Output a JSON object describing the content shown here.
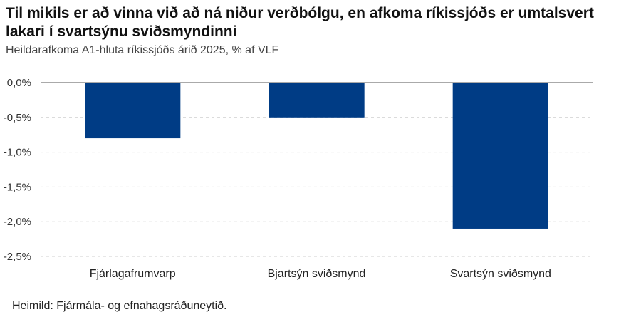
{
  "chart_data": {
    "type": "bar",
    "title": "Til mikils er að vinna við að ná niður verðbólgu, en afkoma ríkissjóðs er umtalsvert lakari í svartsýnu sviðsmyndinni",
    "subtitle": "Heildarafkoma A1-hluta ríkissjóðs árið 2025, % af VLF",
    "categories": [
      "Fjárlagafrumvarp",
      "Bjartsýn sviðsmynd",
      "Svartsýn sviðsmynd"
    ],
    "values": [
      -0.8,
      -0.5,
      -2.1
    ],
    "ylim": [
      -2.5,
      0
    ],
    "yticks": [
      0,
      -0.5,
      -1.0,
      -1.5,
      -2.0,
      -2.5
    ],
    "ytick_labels": [
      "0,0%",
      "-0,5%",
      "-1,0%",
      "-1,5%",
      "-2,0%",
      "-2,5%"
    ],
    "xlabel": "",
    "ylabel": "",
    "grid": true,
    "bar_color": "#003c85",
    "source": "Heimild: Fjármála- og efnahagsráðuneytið."
  }
}
